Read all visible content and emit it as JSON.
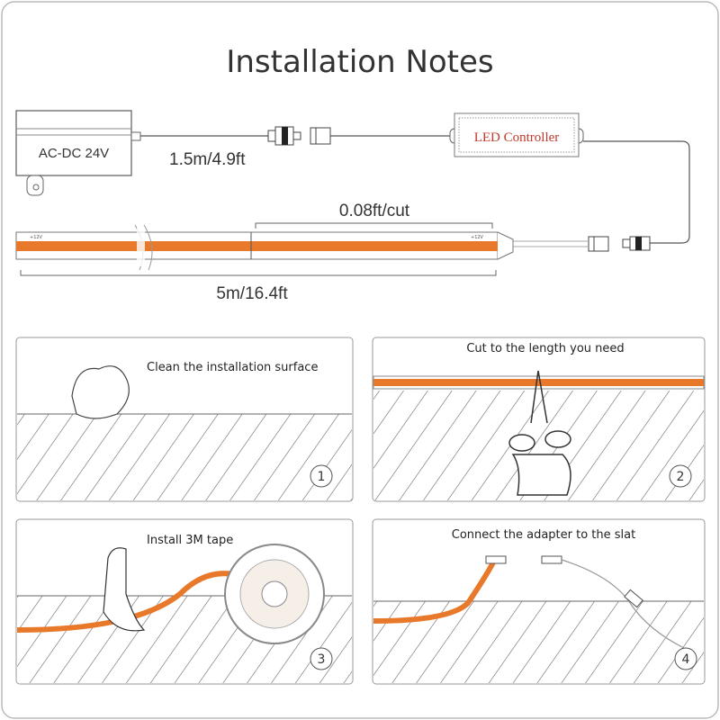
{
  "title": "Installation Notes",
  "wiring": {
    "adapter_label": "AC-DC 24V",
    "cable_length": "1.5m/4.9ft",
    "controller_label": "LED Controller",
    "cut_interval": "0.08ft/cut",
    "strip_length": "5m/16.4ft",
    "strip_voltage_mark": "+12V"
  },
  "steps": [
    {
      "number": "1",
      "caption": "Clean the installation surface"
    },
    {
      "number": "2",
      "caption": "Cut to the length you need"
    },
    {
      "number": "3",
      "caption": "Install 3M tape"
    },
    {
      "number": "4",
      "caption": "Connect the adapter to the slat"
    }
  ],
  "colors": {
    "strip": "#e8792a",
    "controller_text": "#c0392b",
    "line": "#555555"
  }
}
